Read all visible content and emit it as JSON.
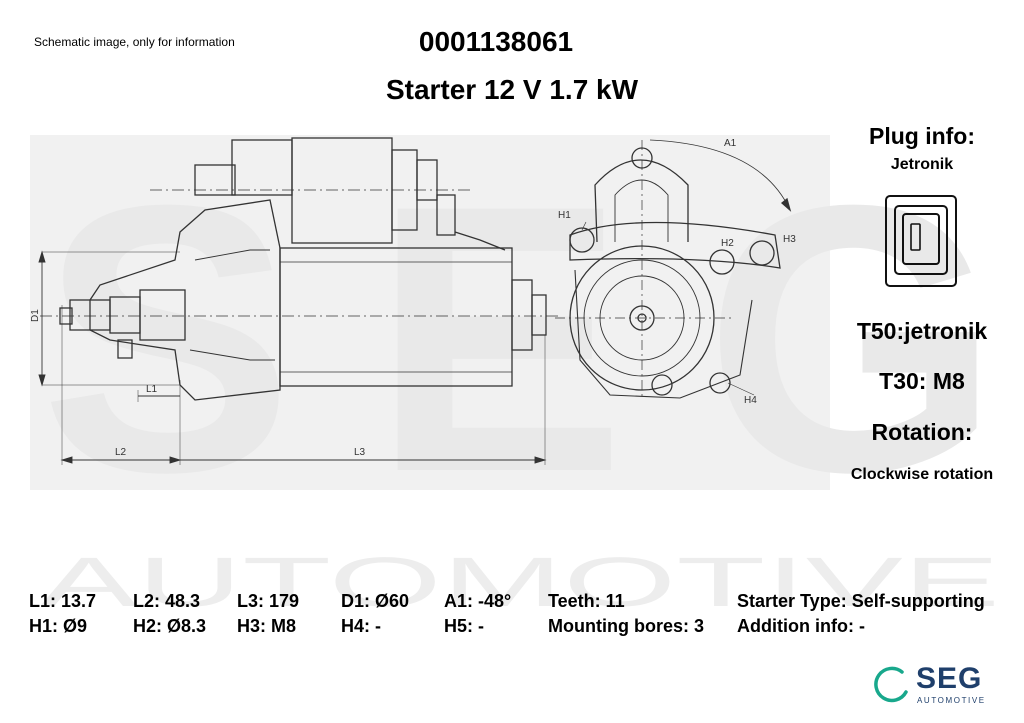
{
  "header": {
    "note": "Schematic image, only for information",
    "part_number": "0001138061",
    "title": "Starter 12 V 1.7 kW"
  },
  "side_panel": {
    "plug_heading": "Plug info:",
    "plug_value": "Jetronik",
    "t50": "T50:jetronik",
    "t30": "T30: M8",
    "rotation_heading": "Rotation:",
    "rotation_value": "Clockwise rotation"
  },
  "drawing_labels": {
    "a1": "A1",
    "d1": "D1",
    "h1": "H1",
    "h2": "H2",
    "h3": "H3",
    "h4": "H4",
    "l1": "L1",
    "l2": "L2",
    "l3": "L3"
  },
  "specs": {
    "row1": [
      "L1: 13.7",
      "L2: 48.3",
      "L3: 179",
      "D1: Ø60",
      "A1: -48°",
      "Teeth: 11",
      "Starter Type:  Self-supporting"
    ],
    "row2": [
      "H1: Ø9",
      "H2: Ø8.3",
      "H3: M8",
      "H4: -",
      "H5: -",
      "Mounting bores: 3",
      "Addition info: -"
    ]
  },
  "watermark": {
    "big": "SEG",
    "word": "AUTOMOTIVE"
  },
  "logo": {
    "text": "SEG",
    "sub": "AUTOMOTIVE",
    "color": "#1f3f6b",
    "accent": "#18a88c"
  }
}
